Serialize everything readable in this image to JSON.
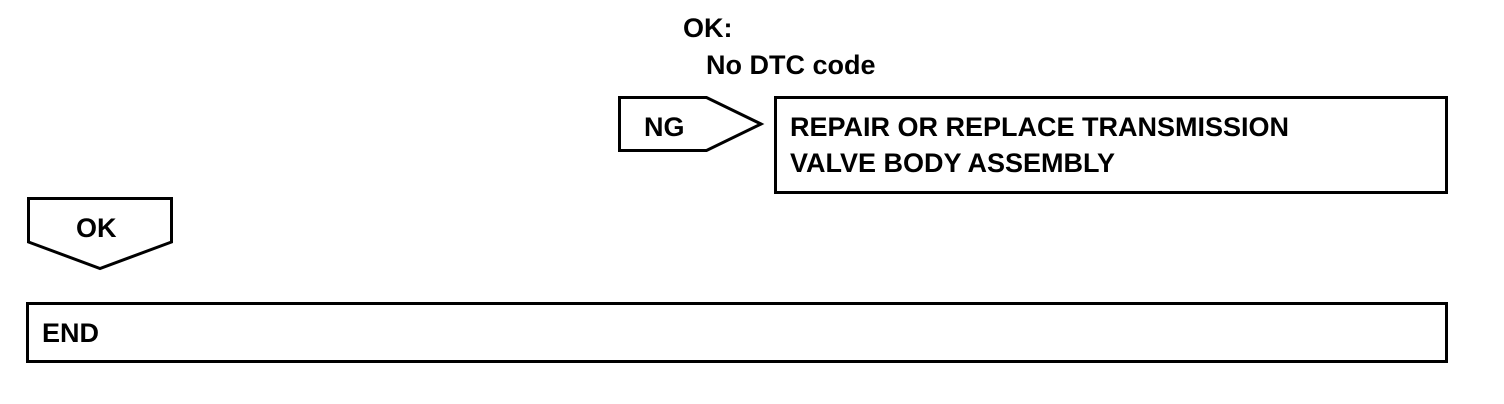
{
  "result": {
    "label": "OK:",
    "condition": "No DTC code"
  },
  "ng_branch": {
    "label": "NG",
    "action_lines": [
      "REPAIR OR REPLACE TRANSMISSION",
      "VALVE BODY ASSEMBLY"
    ]
  },
  "ok_branch": {
    "label": "OK"
  },
  "end_box": {
    "label": "END"
  }
}
